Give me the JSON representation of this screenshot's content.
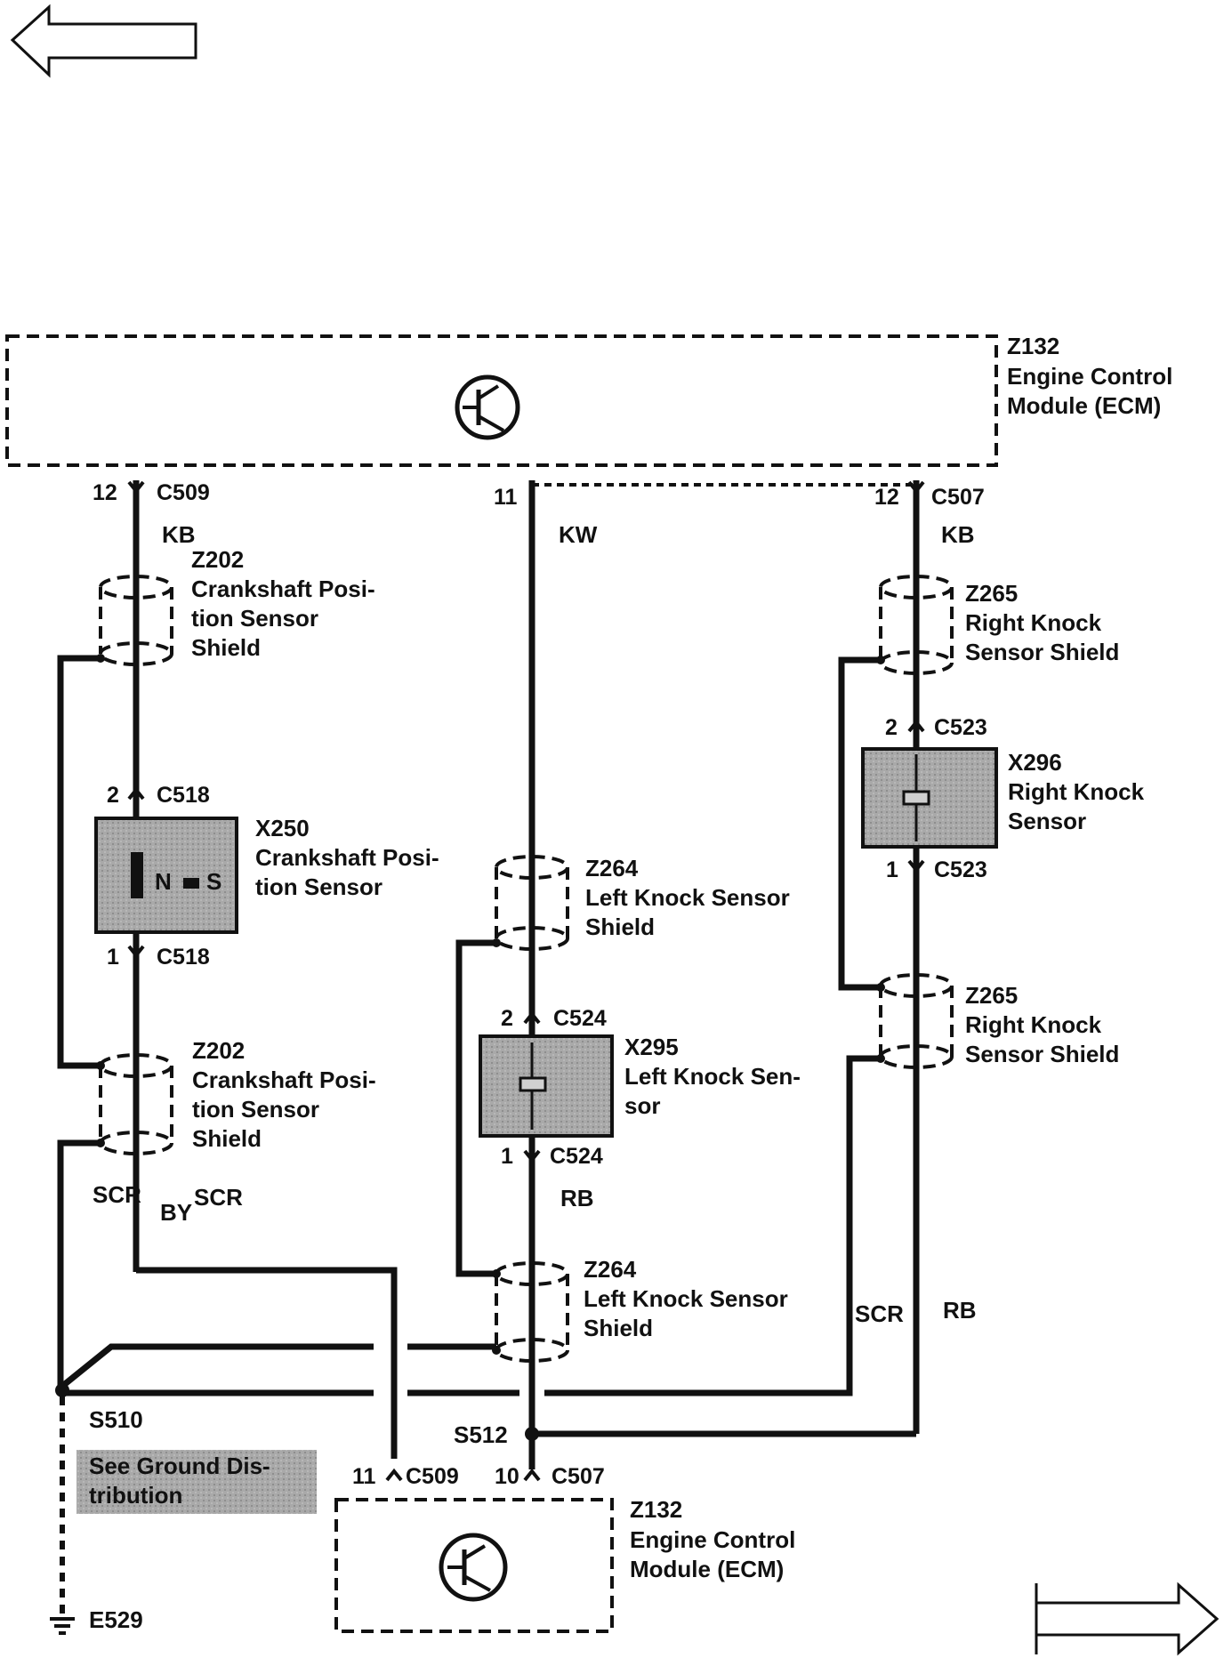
{
  "nav": {
    "prev_icon": "arrow-left-icon",
    "next_icon": "arrow-right-icon"
  },
  "ecm_top": {
    "id": "Z132",
    "name_line1": "Engine Control",
    "name_line2": "Module (ECM)"
  },
  "ecm_bottom": {
    "id": "Z132",
    "name_line1": "Engine Control",
    "name_line2": "Module (ECM)"
  },
  "connectors": {
    "c509_top": {
      "pin": "12",
      "name": "C509"
    },
    "kw_top": {
      "pin": "11"
    },
    "c507_top": {
      "pin": "12",
      "name": "C507"
    },
    "c518_upper": {
      "pin": "2",
      "name": "C518"
    },
    "c518_lower": {
      "pin": "1",
      "name": "C518"
    },
    "c524_upper": {
      "pin": "2",
      "name": "C524"
    },
    "c524_lower": {
      "pin": "1",
      "name": "C524"
    },
    "c523_upper": {
      "pin": "2",
      "name": "C523"
    },
    "c523_lower": {
      "pin": "1",
      "name": "C523"
    },
    "c509_bottom": {
      "pin": "11",
      "name": "C509"
    },
    "c507_bottom": {
      "pin": "10",
      "name": "C507"
    }
  },
  "wires": {
    "kb_left": "KB",
    "kw": "KW",
    "kb_right": "KB",
    "by": "BY",
    "rb_left": "RB",
    "rb_right": "RB",
    "scr_1": "SCR",
    "scr_2": "SCR",
    "scr_3": "SCR"
  },
  "shields": {
    "z202_upper": {
      "id": "Z202",
      "line1": "Crankshaft Posi-",
      "line2": "tion Sensor",
      "line3": "Shield"
    },
    "z202_lower": {
      "id": "Z202",
      "line1": "Crankshaft Posi-",
      "line2": "tion Sensor",
      "line3": "Shield"
    },
    "z264_upper": {
      "id": "Z264",
      "line1": "Left Knock Sensor",
      "line2": "Shield"
    },
    "z264_lower": {
      "id": "Z264",
      "line1": "Left Knock Sensor",
      "line2": "Shield"
    },
    "z265_upper": {
      "id": "Z265",
      "line1": "Right Knock",
      "line2": "Sensor Shield"
    },
    "z265_lower": {
      "id": "Z265",
      "line1": "Right Knock",
      "line2": "Sensor Shield"
    }
  },
  "sensors": {
    "x250": {
      "id": "X250",
      "line1": "Crankshaft Posi-",
      "line2": "tion Sensor",
      "symbol": "N",
      "symbol2": "S"
    },
    "x295": {
      "id": "X295",
      "line1": "Left Knock Sen-",
      "line2": "sor"
    },
    "x296": {
      "id": "X296",
      "line1": "Right Knock",
      "line2": "Sensor"
    }
  },
  "splices": {
    "s510": "S510",
    "s512": "S512"
  },
  "ground": {
    "ref_line1": "See Ground Dis-",
    "ref_line2": "tribution",
    "point": "E529"
  }
}
